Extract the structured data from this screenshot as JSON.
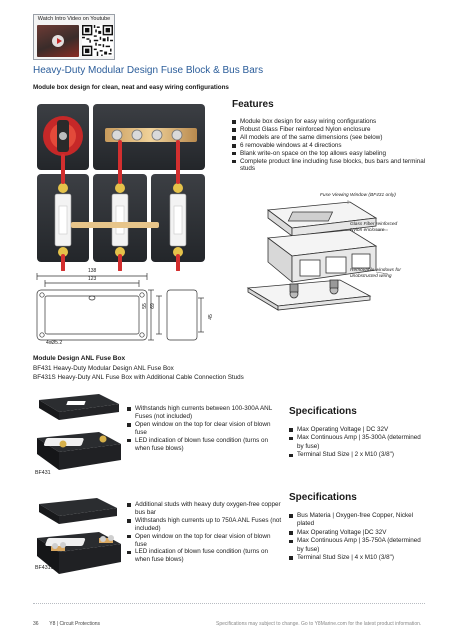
{
  "video": {
    "label": "Watch Intro Video on Youtube"
  },
  "title": "Heavy-Duty Modular Design Fuse Block & Bus Bars",
  "subtitle": "Module box design for clean, neat and easy wiring configurations",
  "features": {
    "heading": "Features",
    "items": [
      "Module box design for easy wiring configurations",
      "Robust Glass Fiber reinforced Nylon enclosure",
      "All models are of the same dimensions (see below)",
      "6 removable windows at 4 directions",
      "Blank write-on space on the top allows easy labeling",
      "Complete product line including fuse blocks, bus bars and terminal studs"
    ]
  },
  "callouts": {
    "fuse_window": "Fuse Viewing Window (BF431 only)",
    "enclosure_line1": "Glass Fiber reinforced",
    "enclosure_line2": "Nylon enclosure",
    "windows_line1": "Removable windows for",
    "windows_line2": "unobstructed wiring"
  },
  "dimensions": {
    "top_outer": "138",
    "top_inner": "123",
    "side_inner": "55",
    "side_outer": "69",
    "height": "45",
    "hole": "4xØ5.2"
  },
  "anl_section": {
    "heading": "Module Design ANL Fuse Box",
    "line1": "BF431 Heavy-Duty Modular Design ANL Fuse Box",
    "line2": "BF431S Heavy-Duty ANL Fuse Box with Additional Cable Connection Studs"
  },
  "bf431": {
    "label": "BF431",
    "bullets": [
      "Withstands high currents between 100-300A ANL Fuses (not included)",
      "Open window on the top for clear vision of blown fuse",
      "LED indication of blown fuse condition (turns on when fuse blows)"
    ],
    "spec_heading": "Specifications",
    "specs": [
      "Max Operating Voltage  |  DC 32V",
      "Max Continuous Amp  |  35-300A (determined by fuse)",
      "Terminal Stud Size  |  2 x M10 (3/8\")"
    ]
  },
  "bf431s": {
    "label": "BF431S",
    "bullets": [
      "Additional studs with heavy duty oxygen-free copper bus bar",
      "Withstands high currents up to 750A ANL Fuses (not included)",
      "Open window on the top for clear vision of blown fuse",
      "LED indication of blown fuse condition (turns on when fuse blows)"
    ],
    "spec_heading": "Specifications",
    "specs": [
      "Bus Materia  |  Oxygen-free Copper, Nickel plated",
      "Max Operating Voltage  |DC 32V",
      "Max Continuous Amp  |  35-750A (determined by fuse)",
      "Terminal Stud Size | 4 x M10 (3/8\")"
    ]
  },
  "footer": {
    "page": "36",
    "section": "Y8  |  Circuit Protections",
    "note": "Specifications may subject to change. Go to Y8Marine.com for the latest product information."
  }
}
